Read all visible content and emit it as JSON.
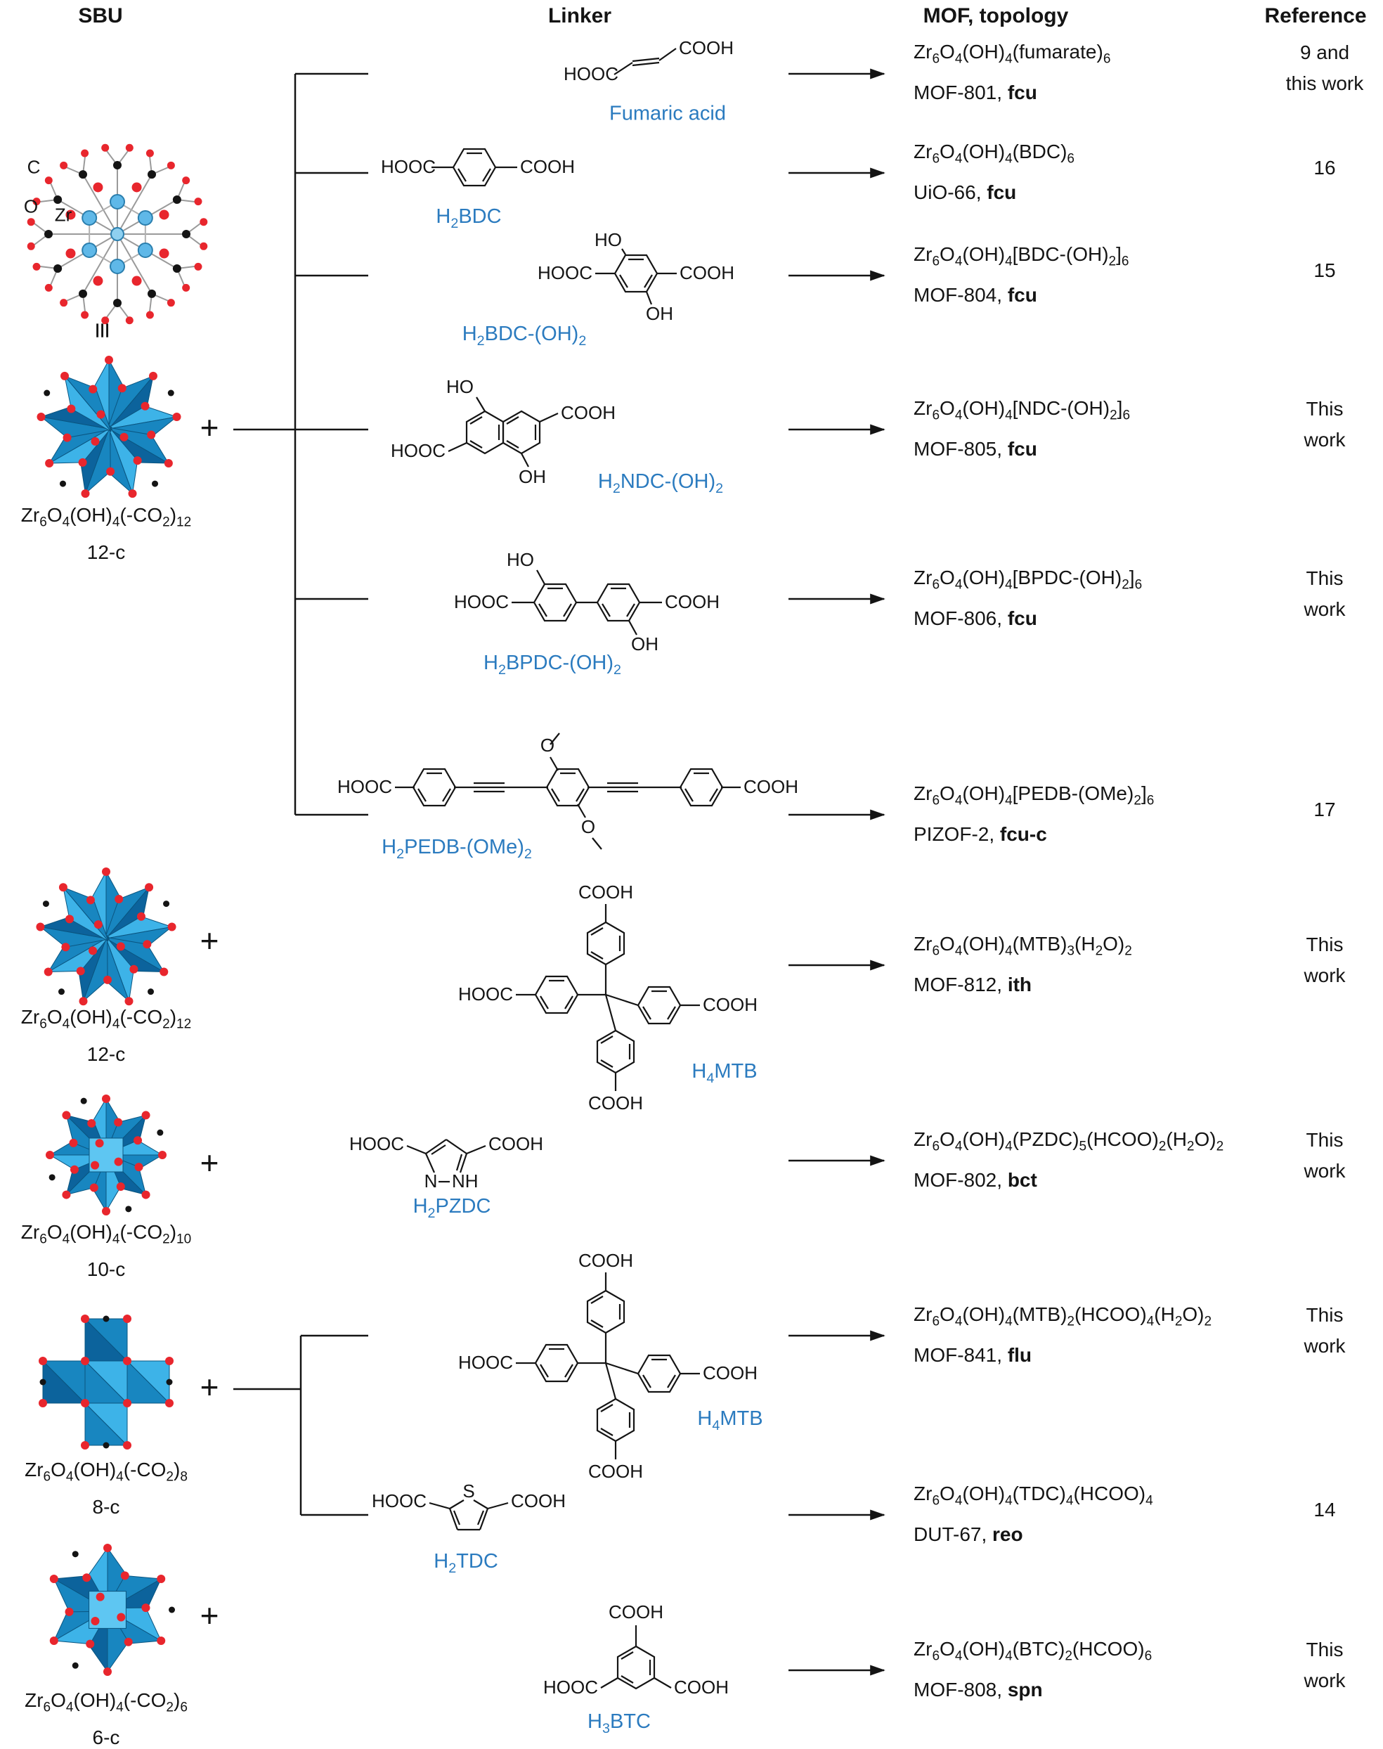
{
  "figure": {
    "header": {
      "sbu": "SBU",
      "linker": "Linker",
      "mof": "MOF, topology",
      "reference": "Reference"
    }
  },
  "colors": {
    "linker_label": "#2b7bbf",
    "polyhedra_blue": "#1886c0",
    "polyhedra_light": "#3db3e8",
    "polyhedra_dark": "#0c639c",
    "oxygen_red": "#e8262d",
    "carbon_black": "#141414"
  },
  "chem": {
    "hooc": "HOOC",
    "cooh": "COOH",
    "ho": "HO",
    "oh": "OH",
    "o": "O",
    "s": "S",
    "n": "N",
    "nh": "NH"
  },
  "sbus": [
    {
      "atom_c": "C",
      "atom_o": "O",
      "atom_zr": "Zr",
      "equiv": "≡",
      "plus": "+",
      "formula": "Zr<sub>6</sub>O<sub>4</sub>(OH)<sub>4</sub>(-CO<sub>2</sub>)<sub>12</sub>",
      "connectivity": "12-c"
    },
    {
      "plus": "+",
      "formula": "Zr<sub>6</sub>O<sub>4</sub>(OH)<sub>4</sub>(-CO<sub>2</sub>)<sub>12</sub>",
      "connectivity": "12-c"
    },
    {
      "plus": "+",
      "formula": "Zr<sub>6</sub>O<sub>4</sub>(OH)<sub>4</sub>(-CO<sub>2</sub>)<sub>10</sub>",
      "connectivity": "10-c"
    },
    {
      "plus": "+",
      "formula": "Zr<sub>6</sub>O<sub>4</sub>(OH)<sub>4</sub>(-CO<sub>2</sub>)<sub>8</sub>",
      "connectivity": "8-c"
    },
    {
      "plus": "+",
      "formula": "Zr<sub>6</sub>O<sub>4</sub>(OH)<sub>4</sub>(-CO<sub>2</sub>)<sub>6</sub>",
      "connectivity": "6-c"
    }
  ],
  "rows": [
    {
      "linker": "Fumaric acid",
      "mof_formula": "Zr<sub>6</sub>O<sub>4</sub>(OH)<sub>4</sub>(fumarate)<sub>6</sub>",
      "mof_name": "MOF-801, <b>fcu</b>",
      "reference": "9  and\nthis work"
    },
    {
      "linker": "H<sub>2</sub>BDC",
      "mof_formula": "Zr<sub>6</sub>O<sub>4</sub>(OH)<sub>4</sub>(BDC)<sub>6</sub>",
      "mof_name": "UiO-66, <b>fcu</b>",
      "reference": "16"
    },
    {
      "linker": "H<sub>2</sub>BDC-(OH)<sub>2</sub>",
      "mof_formula": "Zr<sub>6</sub>O<sub>4</sub>(OH)<sub>4</sub>[BDC-(OH)<sub>2</sub>]<sub>6</sub>",
      "mof_name": "MOF-804, <b>fcu</b>",
      "reference": "15"
    },
    {
      "linker": "H<sub>2</sub>NDC-(OH)<sub>2</sub>",
      "mof_formula": "Zr<sub>6</sub>O<sub>4</sub>(OH)<sub>4</sub>[NDC-(OH)<sub>2</sub>]<sub>6</sub>",
      "mof_name": "MOF-805, <b>fcu</b>",
      "reference": "This\nwork"
    },
    {
      "linker": "H<sub>2</sub>BPDC-(OH)<sub>2</sub>",
      "mof_formula": "Zr<sub>6</sub>O<sub>4</sub>(OH)<sub>4</sub>[BPDC-(OH)<sub>2</sub>]<sub>6</sub>",
      "mof_name": "MOF-806, <b>fcu</b>",
      "reference": "This\nwork"
    },
    {
      "linker": "H<sub>2</sub>PEDB-(OMe)<sub>2</sub>",
      "mof_formula": "Zr<sub>6</sub>O<sub>4</sub>(OH)<sub>4</sub>[PEDB-(OMe)<sub>2</sub>]<sub>6</sub>",
      "mof_name": "PIZOF-2, <b>fcu-c</b>",
      "reference": "17"
    },
    {
      "linker": "H<sub>4</sub>MTB",
      "mof_formula": "Zr<sub>6</sub>O<sub>4</sub>(OH)<sub>4</sub>(MTB)<sub>3</sub>(H<sub>2</sub>O)<sub>2</sub>",
      "mof_name": "MOF-812, <b>ith</b>",
      "reference": "This\nwork"
    },
    {
      "linker": "H<sub>2</sub>PZDC",
      "mof_formula": "Zr<sub>6</sub>O<sub>4</sub>(OH)<sub>4</sub>(PZDC)<sub>5</sub>(HCOO)<sub>2</sub>(H<sub>2</sub>O)<sub>2</sub>",
      "mof_name": "MOF-802, <b>bct</b>",
      "reference": "This\nwork"
    },
    {
      "linker": "H<sub>4</sub>MTB",
      "mof_formula": "Zr<sub>6</sub>O<sub>4</sub>(OH)<sub>4</sub>(MTB)<sub>2</sub>(HCOO)<sub>4</sub>(H<sub>2</sub>O)<sub>2</sub>",
      "mof_name": "MOF-841, <b>flu</b>",
      "reference": "This\nwork"
    },
    {
      "linker": "H<sub>2</sub>TDC",
      "mof_formula": "Zr<sub>6</sub>O<sub>4</sub>(OH)<sub>4</sub>(TDC)<sub>4</sub>(HCOO)<sub>4</sub>",
      "mof_name": "DUT-67, <b>reo</b>",
      "reference": "14"
    },
    {
      "linker": "H<sub>3</sub>BTC",
      "mof_formula": "Zr<sub>6</sub>O<sub>4</sub>(OH)<sub>4</sub>(BTC)<sub>2</sub>(HCOO)<sub>6</sub>",
      "mof_name": "MOF-808, <b>spn</b>",
      "reference": "This\nwork"
    }
  ]
}
